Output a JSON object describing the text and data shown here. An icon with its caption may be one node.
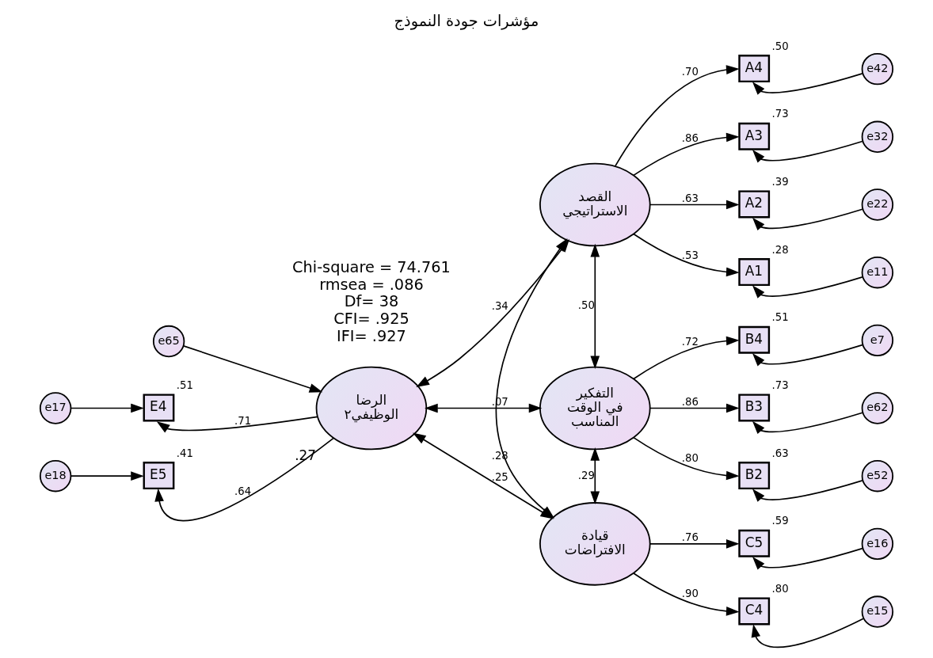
{
  "diagram": {
    "title": "مؤشرات جودة النموذج",
    "nodes": [
      {
        "text": [
          "e65"
        ]
      },
      {
        "text": [
          "القصد الاستراتيجي"
        ]
      },
      {
        "text": [
          "A4"
        ],
        "beside": [
          ".50"
        ]
      },
      {
        "text": [
          "e42"
        ]
      },
      {
        "text": [
          "A3"
        ],
        "beside": [
          ".73"
        ]
      },
      {
        "text": [
          "e32"
        ]
      },
      {
        "text": [
          "A2"
        ],
        "beside": [
          ".39"
        ]
      },
      {
        "text": [
          "e22"
        ]
      },
      {
        "text": [
          "A1"
        ],
        "beside": [
          ".28"
        ]
      },
      {
        "text": [
          "e11"
        ]
      },
      {
        "text": [
          "E4"
        ],
        "beside": [
          ".51"
        ]
      },
      {
        "text": [
          "e17"
        ]
      },
      {
        "text": [
          "الرضا الوظيفي٢"
        ],
        "beside": [
          ".27"
        ]
      },
      {
        "text": [
          "E5"
        ],
        "beside": [
          ".41"
        ]
      },
      {
        "text": [
          "e18"
        ]
      },
      {
        "text": [
          "التفكير في الوقت المناسب"
        ]
      },
      {
        "text": [
          "B4"
        ],
        "beside": [
          ".51"
        ]
      },
      {
        "text": [
          "e7"
        ]
      },
      {
        "text": [
          "B3"
        ],
        "beside": [
          ".73"
        ]
      },
      {
        "text": [
          "e62"
        ]
      },
      {
        "text": [
          "B2"
        ],
        "beside": [
          ".63"
        ]
      },
      {
        "text": [
          "e52"
        ]
      },
      {
        "text": [
          "قيادة الافتراضات"
        ]
      },
      {
        "text": [
          "C5"
        ],
        "beside": [
          ".59"
        ]
      },
      {
        "text": [
          "e16"
        ]
      },
      {
        "text": [
          "C4"
        ],
        "beside": [
          ".80"
        ]
      },
      {
        "text": [
          "e15"
        ]
      }
    ],
    "edges": [
      {
        "from": 0,
        "to": 12,
        "arrow": "to"
      },
      {
        "from": 12,
        "to": 1,
        "arrow": "both",
        "label": ".34"
      },
      {
        "from": 12,
        "to": 15,
        "arrow": "both",
        "label": ".07"
      },
      {
        "from": 12,
        "to": 22,
        "arrow": "both",
        "label": ".25"
      },
      {
        "from": 1,
        "to": 15,
        "arrow": "both",
        "label": ".50"
      },
      {
        "from": 1,
        "to": 22,
        "arrow": "both",
        "label": ".28"
      },
      {
        "from": 15,
        "to": 22,
        "arrow": "both",
        "label": ".29"
      },
      {
        "from": 1,
        "to": 2,
        "arrow": "to",
        "label": ".70"
      },
      {
        "from": 1,
        "to": 4,
        "arrow": "to",
        "label": ".86"
      },
      {
        "from": 1,
        "to": 6,
        "arrow": "to",
        "label": ".63"
      },
      {
        "from": 1,
        "to": 8,
        "arrow": "to",
        "label": ".53"
      },
      {
        "from": 3,
        "to": 2,
        "arrow": "to"
      },
      {
        "from": 5,
        "to": 4,
        "arrow": "to"
      },
      {
        "from": 7,
        "to": 6,
        "arrow": "to"
      },
      {
        "from": 9,
        "to": 8,
        "arrow": "to"
      },
      {
        "from": 12,
        "to": 10,
        "arrow": "to",
        "label": ".71"
      },
      {
        "from": 12,
        "to": 13,
        "arrow": "to",
        "label": ".64"
      },
      {
        "from": 11,
        "to": 10,
        "arrow": "to"
      },
      {
        "from": 14,
        "to": 13,
        "arrow": "to"
      },
      {
        "from": 15,
        "to": 16,
        "arrow": "to",
        "label": ".72"
      },
      {
        "from": 15,
        "to": 18,
        "arrow": "to",
        "label": ".86"
      },
      {
        "from": 15,
        "to": 20,
        "arrow": "to",
        "label": ".80"
      },
      {
        "from": 17,
        "to": 16,
        "arrow": "to"
      },
      {
        "from": 19,
        "to": 18,
        "arrow": "to"
      },
      {
        "from": 21,
        "to": 20,
        "arrow": "to"
      },
      {
        "from": 22,
        "to": 23,
        "arrow": "to",
        "label": ".76"
      },
      {
        "from": 22,
        "to": 25,
        "arrow": "to",
        "label": ".90"
      },
      {
        "from": 24,
        "to": 23,
        "arrow": "to"
      },
      {
        "from": 26,
        "to": 25,
        "arrow": "to"
      }
    ],
    "labels": [
      "Chi-square = 74.761",
      "rmsea = .086",
      "Df= 38",
      "CFI= .925",
      "IFI= .927"
    ]
  }
}
